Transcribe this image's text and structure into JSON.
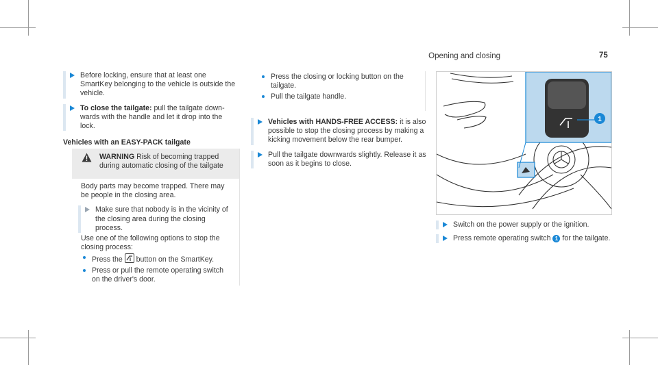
{
  "header": {
    "section": "Opening and closing",
    "page": "75"
  },
  "left": {
    "step1": "Before locking, ensure that at least one SmartKey belonging to the vehicle is outside the vehicle.",
    "step2_bold": "To close the tailgate:",
    "step2": " pull the tailgate down­wards with the handle and let it drop into the lock.",
    "heading": "Vehicles with an EASY-PACK tailgate"
  },
  "warning": {
    "label": "WARNING",
    "text": " Risk of becoming trapped during automatic closing of the tailgate",
    "body1": "Body parts may become trapped. There may be people in the closing area.",
    "step": "Make sure that nobody is in the vicinity of the closing area during the closing process.",
    "body2": "Use one of the following options to stop the closing process:",
    "bullet1a": "Press the ",
    "bullet1b": " button on the SmartKey.",
    "bullet2": "Press or pull the remote operating switch on the driver's door."
  },
  "middle": {
    "bullet1": "Press the closing or locking button on the tailgate.",
    "bullet2": "Pull the tailgate handle.",
    "step1_bold": "Vehicles with HANDS-FREE ACCESS:",
    "step1": " it is also possible to stop the closing process by making a kicking movement below the rear bumper.",
    "step2": "Pull the tailgate downwards slightly. Release it as soon as it begins to close."
  },
  "right": {
    "callout": "1",
    "step1": "Switch on the power supply or the ignition.",
    "step2a": "Press remote operating switch ",
    "step2b": " for the tailgate."
  },
  "colors": {
    "accent": "#1a88d6",
    "tint": "#dce7f1",
    "warning_bg": "#ebebeb",
    "figure_inset": "#bcd9ee"
  }
}
